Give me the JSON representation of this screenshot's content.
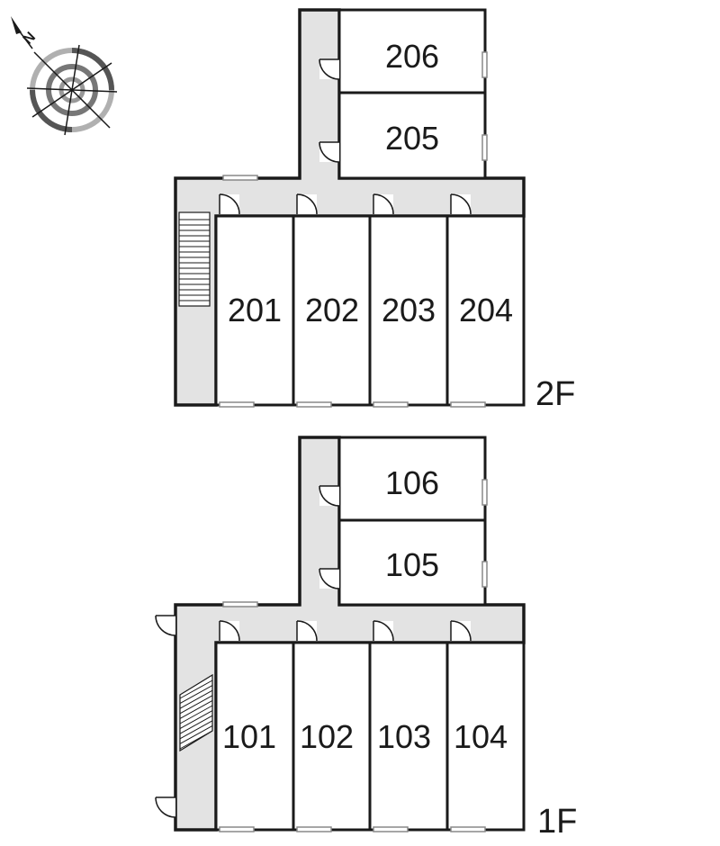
{
  "compass": {
    "north_letter": "N"
  },
  "floors": [
    {
      "label": "2F",
      "rooms": [
        "201",
        "202",
        "203",
        "204",
        "205",
        "206"
      ]
    },
    {
      "label": "1F",
      "rooms": [
        "101",
        "102",
        "103",
        "104",
        "105",
        "106"
      ]
    }
  ]
}
